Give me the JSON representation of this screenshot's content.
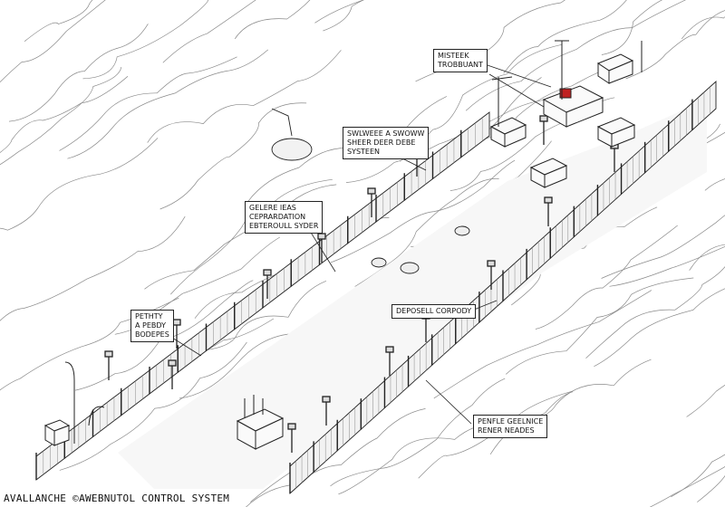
{
  "labels": {
    "monitor_top": "MISTEEK\nTROBBUANT",
    "snow_system": "SWLWEEE A SWOWW\nSHEER DEER DEBE\nSYSTEEN",
    "center_station": "GELERE IEAS\nCEPRARDATION\nEBTEROULL SYDER",
    "penalty": "PETHTY\nA PEBDY\nBODEPES",
    "deposit_corridor": "DEPOSELL CORPODY",
    "right_monitor": "PENFLE GEELNICE\nRENER NEADES"
  },
  "caption": "AVALLANCHE ©AWEBNUTOL CONTROL SYSTEM",
  "colors": {
    "ink": "#222222",
    "paper": "#ffffff",
    "hatch": "#777777",
    "marker_red": "#c02020"
  }
}
